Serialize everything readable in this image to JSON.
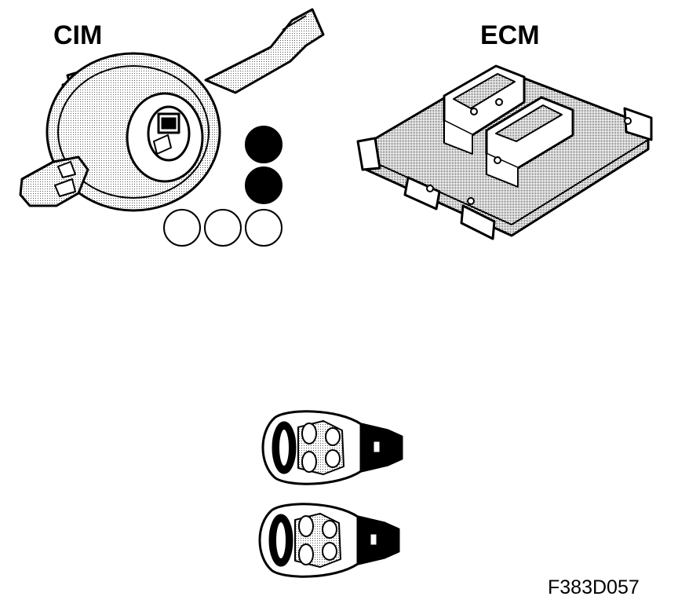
{
  "labels": {
    "cim": "CIM",
    "ecm": "ECM",
    "figure_id": "F383D057"
  },
  "indicators": {
    "filled": 2,
    "empty": 3,
    "filled_color": "#000000",
    "empty_color": "#ffffff"
  },
  "keys": {
    "count": 2
  },
  "icons": {
    "cim_module": "steering-column-module-icon",
    "ecm_module": "engine-control-module-icon",
    "key_fob": "remote-key-fob-icon"
  }
}
